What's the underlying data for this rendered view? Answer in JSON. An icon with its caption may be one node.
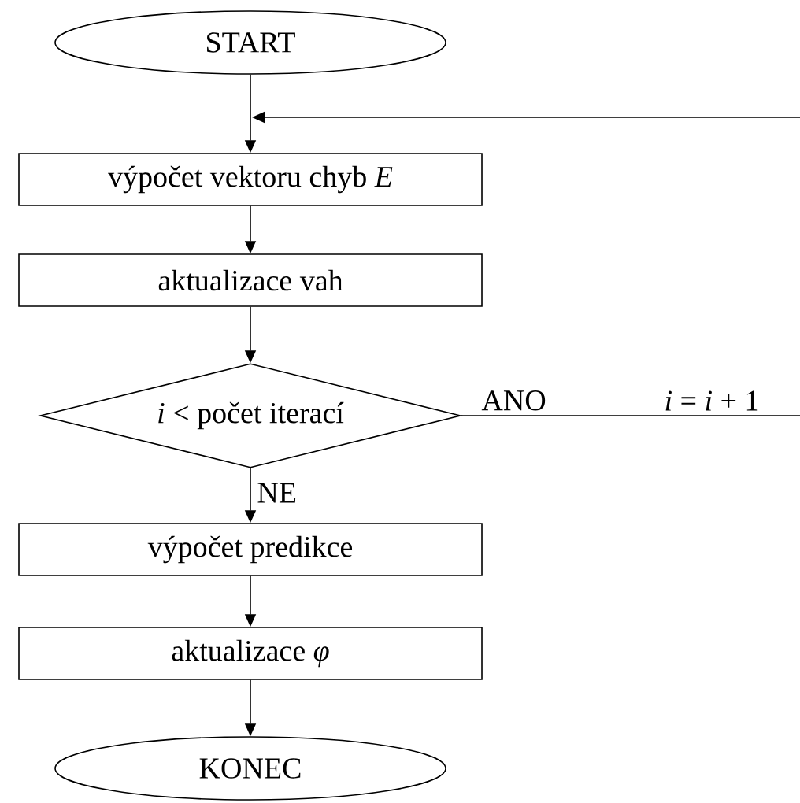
{
  "diagram": {
    "nodes": [
      {
        "text": [
          "START"
        ]
      },
      {
        "text": [
          "výpočet vektoru chyb *E*"
        ]
      },
      {
        "text": [
          "aktualizace vah"
        ]
      },
      {
        "text": [
          "*i* < počet iterací"
        ]
      },
      {
        "text": [
          "výpočet predikce"
        ]
      },
      {
        "text": [
          "aktualizace  *φ*"
        ]
      },
      {
        "text": [
          "KONEC"
        ]
      }
    ],
    "edges": [
      {
        "from": 0,
        "to": 1,
        "arrow": "to"
      },
      {
        "from": 1,
        "to": 2,
        "arrow": "to"
      },
      {
        "from": 2,
        "to": 3,
        "arrow": "to"
      },
      {
        "from": 3,
        "to": 4,
        "arrow": "to",
        "label": "NE"
      },
      {
        "from": 4,
        "to": 5,
        "arrow": "to"
      },
      {
        "from": 5,
        "to": 6,
        "arrow": "to"
      },
      {
        "from": 3,
        "to": 1,
        "arrow": "to",
        "label": "ANO"
      }
    ],
    "labels": [
      "*i* = *i* + 1"
    ]
  }
}
